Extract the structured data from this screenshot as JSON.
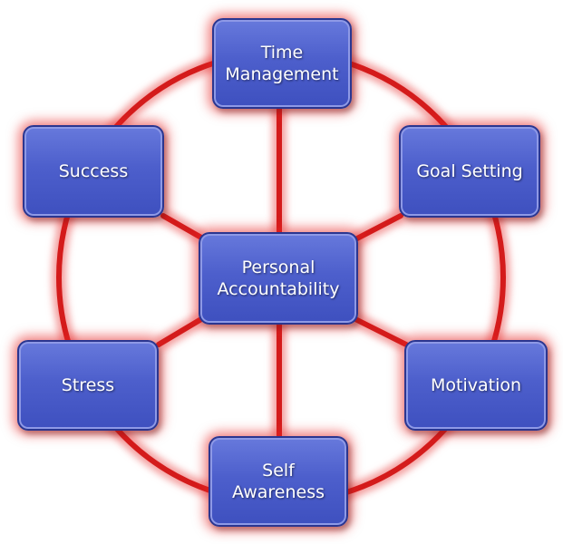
{
  "diagram": {
    "center": "Personal\nAccountability",
    "nodes": {
      "time": "Time\nManagement",
      "success": "Success",
      "goal": "Goal Setting",
      "stress": "Stress",
      "motivation": "Motivation",
      "self": "Self\nAwareness"
    },
    "colors": {
      "node_fill": "#4d5fcc",
      "node_border": "#2b3690",
      "connector": "#d41b1b",
      "glow": "#f5a0a0"
    }
  }
}
